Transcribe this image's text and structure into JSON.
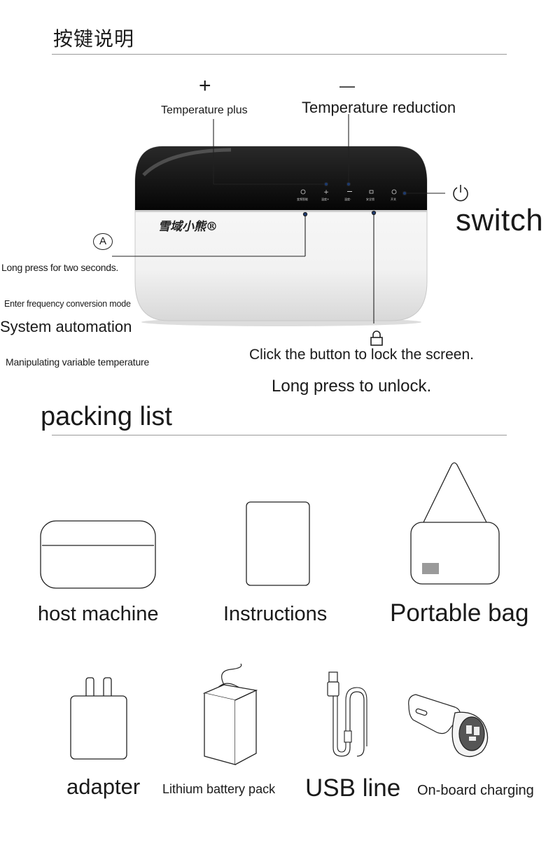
{
  "sections": {
    "buttons_title": "按键说明",
    "packing_title": "packing list"
  },
  "device": {
    "brand_logo": "雪域小熊®",
    "panel_labels": [
      "变频智能",
      "温度+",
      "温度-",
      "安全锁",
      "开关"
    ]
  },
  "callouts": {
    "plus_symbol": "+",
    "temp_plus": "Temperature plus",
    "minus_symbol": "—",
    "temp_reduction": "Temperature reduction",
    "switch": "switch",
    "auto_symbol": "A",
    "long_press": "Long press for two seconds.",
    "enter_mode": "Enter frequency conversion mode",
    "system_automation": "System automation",
    "manipulating": "Manipulating variable temperature",
    "lock_click": "Click the button to lock the screen.",
    "lock_unlock": "Long press to unlock."
  },
  "packing": [
    {
      "id": "host",
      "label": "host machine"
    },
    {
      "id": "instructions",
      "label": "Instructions"
    },
    {
      "id": "bag",
      "label": "Portable bag"
    },
    {
      "id": "adapter",
      "label": "adapter"
    },
    {
      "id": "battery",
      "label": "Lithium battery pack"
    },
    {
      "id": "usb",
      "label": "USB line"
    },
    {
      "id": "car",
      "label": "On-board charging"
    }
  ]
}
